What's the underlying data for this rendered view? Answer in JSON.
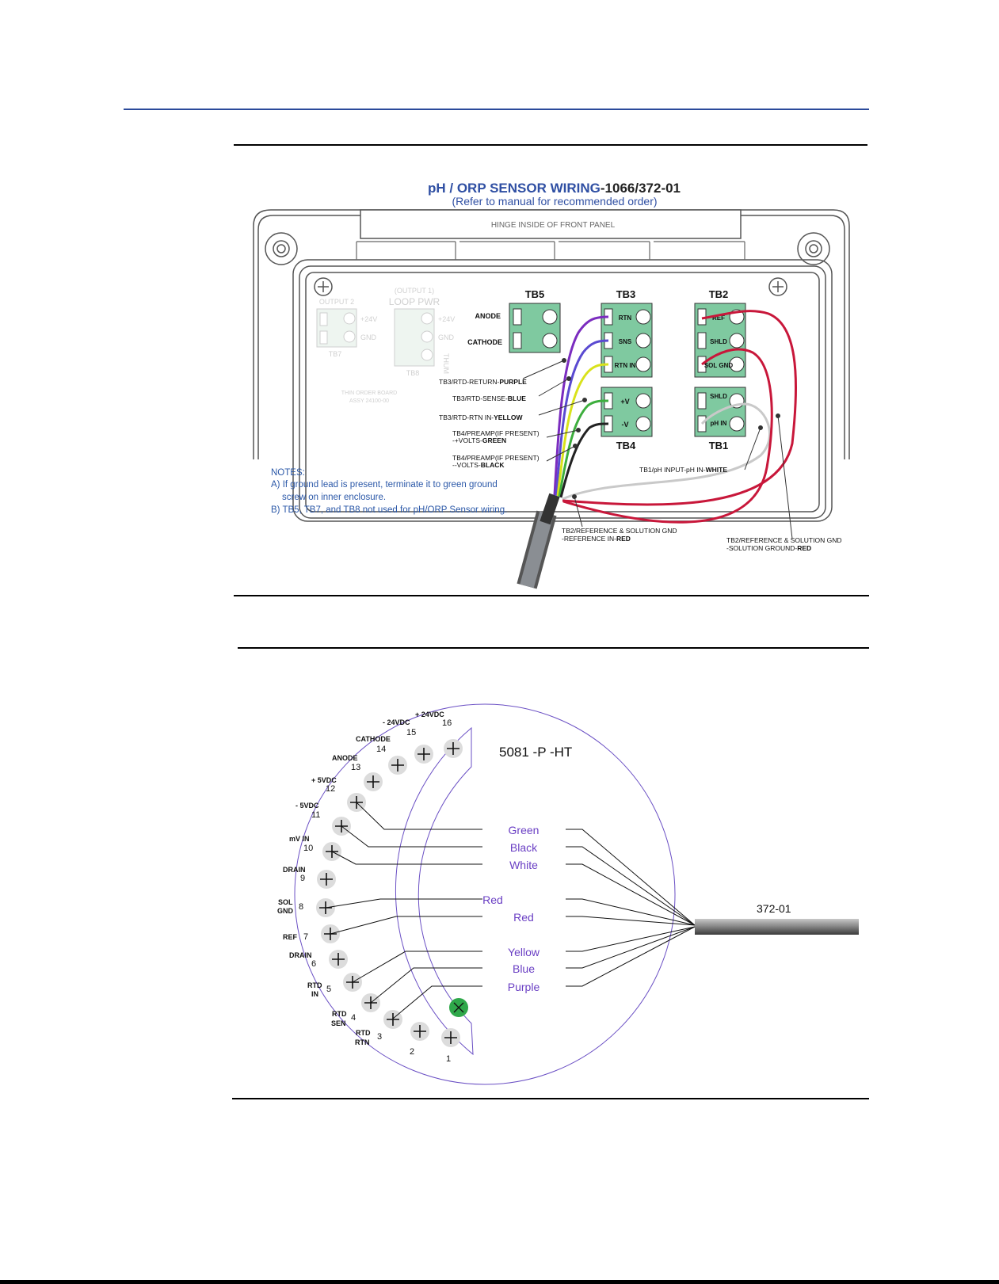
{
  "colors": {
    "header_rule": "#2b4a9b",
    "title_blue": "#2f4fa3",
    "note_blue": "#2b58a8",
    "terminal_green": "#7fc9a0",
    "label_purple": "#6a3fc4",
    "wire_purple": "#7b2cbf",
    "wire_blue": "#5a4ad1",
    "wire_yellow": "#d9e21b",
    "wire_green": "#3dae3d",
    "wire_black": "#222222",
    "wire_red": "#c8173a",
    "wire_white": "#d8d8d8",
    "cable_gray": "#6b6f75",
    "ground_green": "#2fa84a"
  },
  "fig1": {
    "title_bold": "pH / ORP SENSOR WIRING",
    "title_model": "-1066/372-01",
    "subtitle": "(Refer to manual for recommended order)",
    "hinge": "HINGE INSIDE OF FRONT PANEL",
    "faded": {
      "output2": "OUTPUT 2",
      "output1": "(OUTPUT 1)",
      "loop_pwr": "LOOP PWR",
      "plus24v": "+24V",
      "gnd": "GND",
      "tb7": "TB7",
      "tb8": "TB8",
      "thum": "THUM",
      "board_line1": "THIN ORDER BOARD",
      "board_line2": "ASSY 24100-00"
    },
    "tb5": {
      "name": "TB5",
      "anode": "ANODE",
      "cathode": "CATHODE"
    },
    "tb3": {
      "name": "TB3",
      "pins": [
        "RTN",
        "SNS",
        "RTN IN"
      ]
    },
    "tb2": {
      "name": "TB2",
      "pins": [
        "REF",
        "SHLD",
        "SOL GND"
      ]
    },
    "tb4": {
      "name": "TB4",
      "pins": [
        "+V",
        "-V"
      ]
    },
    "tb1": {
      "name": "TB1",
      "pins": [
        "SHLD",
        "pH IN"
      ]
    },
    "callouts": {
      "rtd_return": {
        "pre": "TB3/RTD-RETURN-",
        "bold": "PURPLE"
      },
      "rtd_sense": {
        "pre": "TB3/RTD-SENSE-",
        "bold": "BLUE"
      },
      "rtd_rtn_in": {
        "pre": "TB3/RTD-RTN IN-",
        "bold": "YELLOW"
      },
      "preamp_plus_l1": "TB4/PREAMP(IF PRESENT)",
      "preamp_plus_l2_pre": "-+VOLTS-",
      "preamp_plus_l2_bold": "GREEN",
      "preamp_minus_l1": "TB4/PREAMP(IF PRESENT)",
      "preamp_minus_l2_pre": "--VOLTS-",
      "preamp_minus_l2_bold": "BLACK",
      "ph_in": {
        "pre": "TB1/pH INPUT-pH IN-",
        "bold": "WHITE"
      },
      "ref_l1": "TB2/REFERENCE & SOLUTION GND",
      "ref_l2_pre": "-REFERENCE IN-",
      "ref_l2_bold": "RED",
      "sol_l1": "TB2/REFERENCE & SOLUTION GND",
      "sol_l2_pre": "-SOLUTION GROUND-",
      "sol_l2_bold": "RED"
    },
    "notes": {
      "heading": "NOTES:",
      "a_line1": "A) If ground lead is present, terminate it to green ground",
      "a_line2": "screw on inner enclosure.",
      "b": "B) TB5, TB7, and TB8 not used for pH/ORP Sensor wiring."
    }
  },
  "fig2": {
    "model": "5081 -P -HT",
    "cable": "372-01",
    "terminals": {
      "t16": {
        "label": "+ 24VDC",
        "num": "16"
      },
      "t15": {
        "label": "- 24VDC",
        "num": "15"
      },
      "t14": {
        "label": "CATHODE",
        "num": "14"
      },
      "t13": {
        "label": "ANODE",
        "num": "13"
      },
      "t12": {
        "label": "+ 5VDC",
        "num": "12"
      },
      "t11": {
        "label": "- 5VDC",
        "num": "11"
      },
      "t10": {
        "label": "mV IN",
        "num": "10"
      },
      "t9": {
        "label": "DRAIN",
        "num": "9"
      },
      "t8": {
        "label1": "SOL",
        "label2": "GND",
        "num": "8"
      },
      "t7": {
        "label": "REF",
        "num": "7"
      },
      "t6": {
        "label": "DRAIN",
        "num": "6"
      },
      "t5": {
        "label1": "RTD",
        "label2": "IN",
        "num": "5"
      },
      "t4": {
        "label1": "RTD",
        "label2": "SEN",
        "num": "4"
      },
      "t3": {
        "label1": "RTD",
        "label2": "RTN",
        "num": "3"
      },
      "t2": {
        "num": "2"
      },
      "t1": {
        "num": "1"
      }
    },
    "wires": {
      "green": "Green",
      "black": "Black",
      "white": "White",
      "red_solgnd": "Red",
      "red_ref": "Red",
      "yellow": "Yellow",
      "blue": "Blue",
      "purple": "Purple"
    }
  }
}
